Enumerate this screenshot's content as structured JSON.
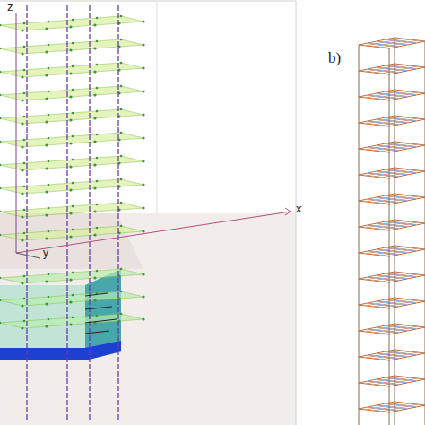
{
  "diagram": {
    "labels": [
      "z",
      "x",
      "y",
      "b)"
    ]
  }
}
